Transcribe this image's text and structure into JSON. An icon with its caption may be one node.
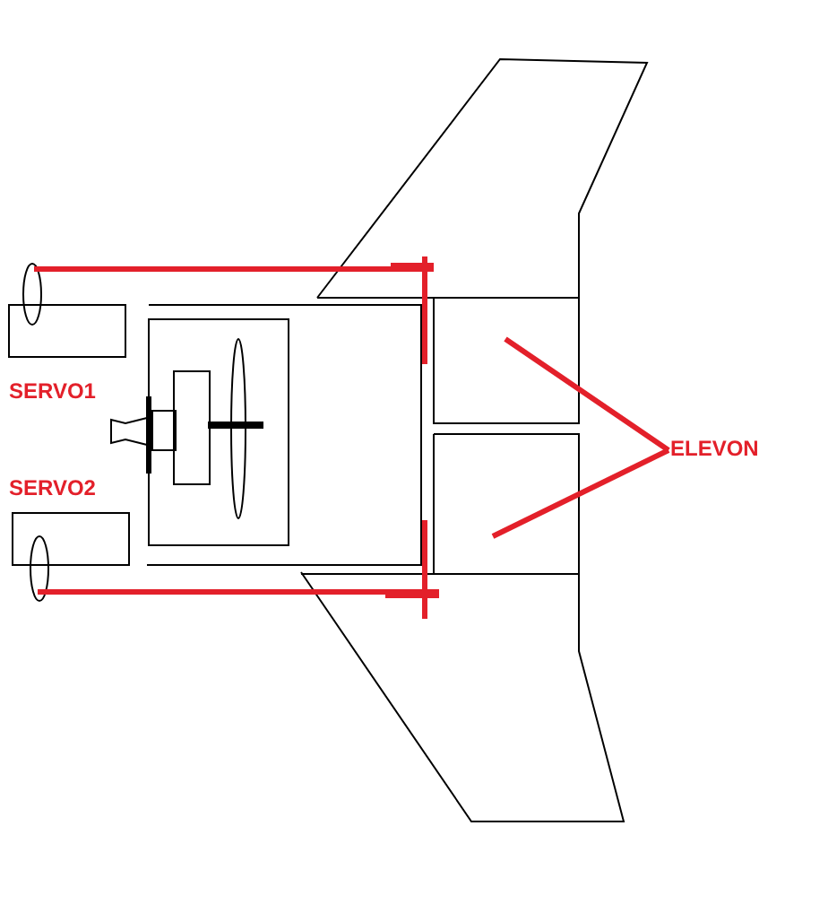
{
  "diagram": {
    "nodes": [
      {
        "text": [
          "ELEVON"
        ]
      },
      {
        "text": [],
        "shape": "box"
      },
      {
        "text": [],
        "shape": "box"
      }
    ],
    "edges": [
      {
        "from": 0,
        "to": 1,
        "arrow": "none"
      },
      {
        "from": 0,
        "to": 2,
        "arrow": "none"
      }
    ],
    "labels": [
      "SERVO1",
      "SERVO2"
    ]
  }
}
